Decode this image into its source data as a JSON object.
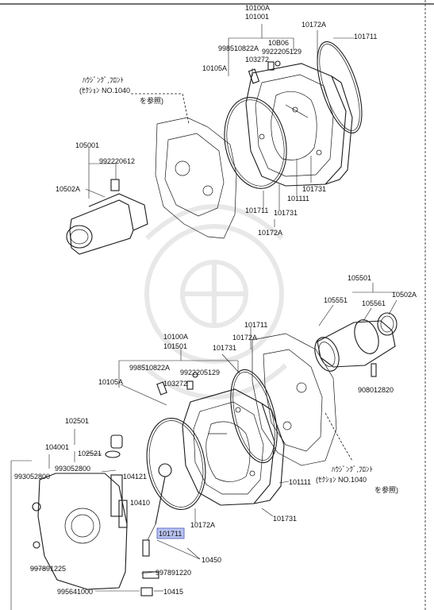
{
  "labels": {
    "top_10100a": "10100A",
    "top_101001": "101001",
    "top_10172a_a": "10172A",
    "top_101711_a": "101711",
    "top_998510822a": "998510822A",
    "top_10b06": "10B06",
    "top_9922205129": "9922205129",
    "top_103272": "103272",
    "top_10105a": "10105A",
    "top_105001": "105001",
    "top_992220612": "992220612",
    "top_10502a": "10502A",
    "top_101111": "101111",
    "top_101731_a": "101731",
    "top_101711_b": "101711",
    "top_101731_b": "101731",
    "top_10172a_b": "10172A",
    "top_ref_line1": "ﾊｳｼﾞﾝｸﾞ,ﾌﾛﾝﾄ",
    "top_ref_line2": "(ｾｸｼｮﾝ NO.1040",
    "top_ref_line3": "を参照)",
    "bot_105501": "105501",
    "bot_105551": "105551",
    "bot_105561": "105561",
    "bot_10502a": "10502A",
    "bot_101711_a": "101711",
    "bot_10100a": "10100A",
    "bot_101501": "101501",
    "bot_10172a_a": "10172A",
    "bot_101731_a": "101731",
    "bot_998510822a": "998510822A",
    "bot_9922205129": "9922205129",
    "bot_10105a": "10105A",
    "bot_103272": "103272",
    "bot_908012820": "908012820",
    "bot_102501": "102501",
    "bot_104001": "104001",
    "bot_993052800_a": "993052800",
    "bot_993052800_b": "993052800",
    "bot_102521": "102521",
    "bot_104121": "104121",
    "bot_10410": "10410",
    "bot_101111": "101111",
    "bot_101731_b": "101731",
    "bot_10172a_b": "10172A",
    "bot_101711_highlight": "101711",
    "bot_10450": "10450",
    "bot_997891225": "997891225",
    "bot_997891220": "997891220",
    "bot_995641000": "995641000",
    "bot_10415": "10415",
    "bot_ref_line1": "ﾊｳｼﾞﾝｸﾞ,ﾌﾛﾝﾄ",
    "bot_ref_line2": "(ｾｸｼｮﾝ NO.1040",
    "bot_ref_line3": "を参照)"
  },
  "colors": {
    "line": "#1a1a1a",
    "highlight_fill": "#b9c3f0",
    "highlight_stroke": "#4a57b8",
    "watermark": "#e6e6e6"
  }
}
